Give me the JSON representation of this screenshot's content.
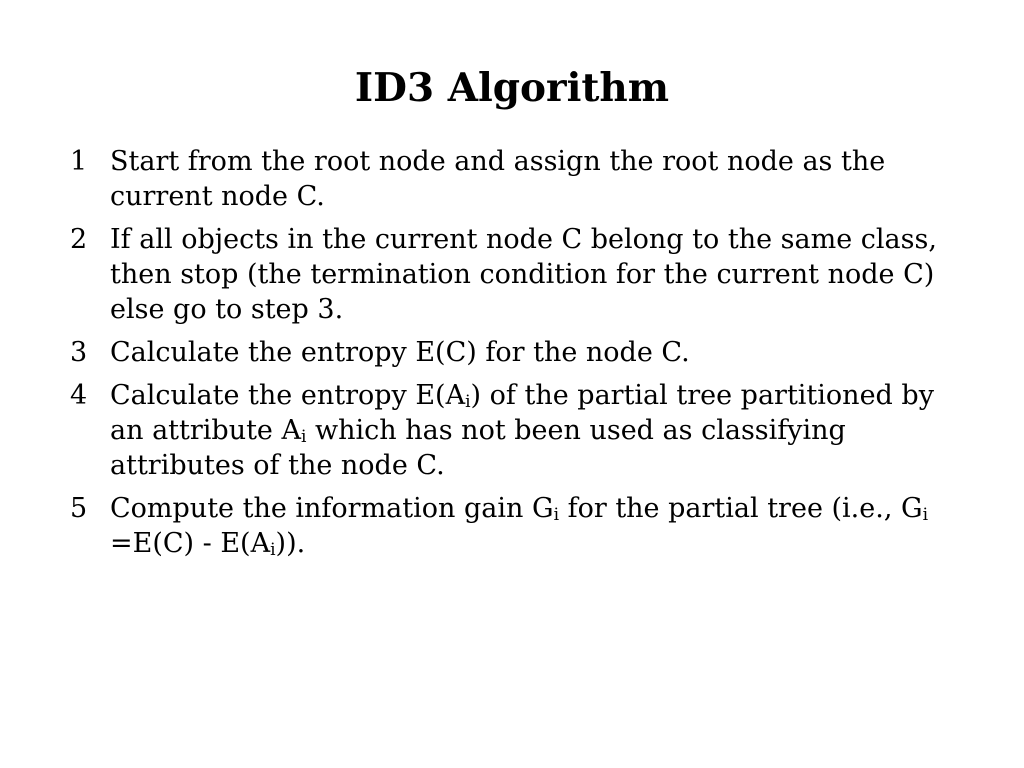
{
  "slide": {
    "title": "ID3 Algorithm",
    "steps": [
      {
        "number": "1",
        "parts": [
          {
            "text": "Start from the root node and assign the root node as the current node C."
          }
        ]
      },
      {
        "number": "2",
        "parts": [
          {
            "text": "If all objects in the current node C belong to the same class, then stop (the termination condition for the current node C) else go to step 3."
          }
        ]
      },
      {
        "number": "3",
        "parts": [
          {
            "text": "Calculate the entropy E(C) for the node C."
          }
        ]
      },
      {
        "number": "4",
        "parts": [
          {
            "text": "Calculate the entropy E(A"
          },
          {
            "sub": "i"
          },
          {
            "text": ") of the partial tree partitioned by an attribute A"
          },
          {
            "sub": "i"
          },
          {
            "text": " which has not been used as classifying attributes of the node C."
          }
        ]
      },
      {
        "number": "5",
        "parts": [
          {
            "text": "Compute the information gain G"
          },
          {
            "sub": "i"
          },
          {
            "text": " for the partial tree (i.e., G"
          },
          {
            "sub": "i"
          },
          {
            "text": " =E(C) - E(A"
          },
          {
            "sub": "i"
          },
          {
            "text": "))."
          }
        ]
      }
    ]
  }
}
